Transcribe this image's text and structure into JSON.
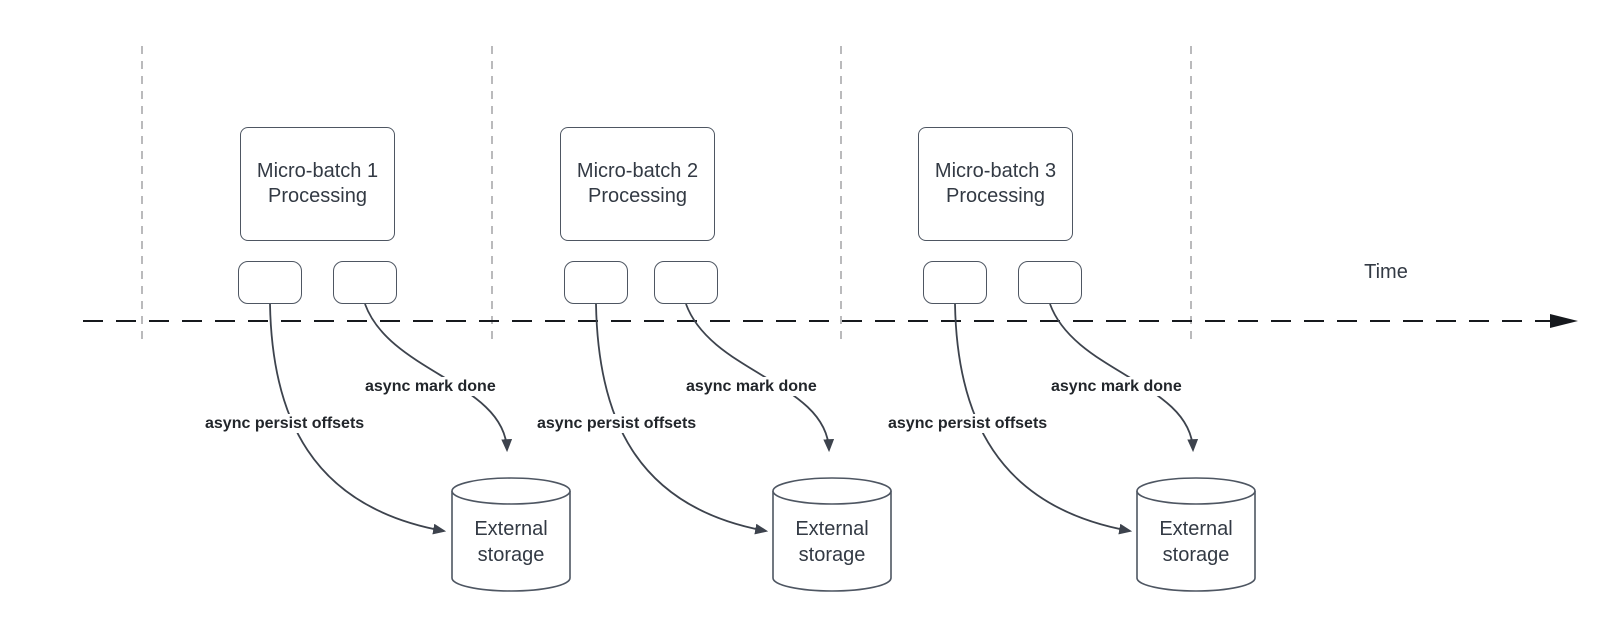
{
  "colors": {
    "bg": "#ffffff",
    "shape-stroke": "#4e5662",
    "curve-stroke": "#3d434d",
    "axis-stroke": "#16191d",
    "guide-stroke": "#a9a9ab",
    "text": "#333a44",
    "label-text": "#22262b"
  },
  "time_axis": {
    "label": "Time"
  },
  "sections": [
    {
      "box": {
        "line1": "Micro-batch 1",
        "line2": "Processing"
      },
      "labels": {
        "persist": "async persist offsets",
        "mark": "async mark done"
      },
      "storage": {
        "line1": "External",
        "line2": "storage"
      }
    },
    {
      "box": {
        "line1": "Micro-batch 2",
        "line2": "Processing"
      },
      "labels": {
        "persist": "async persist offsets",
        "mark": "async mark done"
      },
      "storage": {
        "line1": "External",
        "line2": "storage"
      }
    },
    {
      "box": {
        "line1": "Micro-batch 3",
        "line2": "Processing"
      },
      "labels": {
        "persist": "async persist offsets",
        "mark": "async mark done"
      },
      "storage": {
        "line1": "External",
        "line2": "storage"
      }
    }
  ]
}
